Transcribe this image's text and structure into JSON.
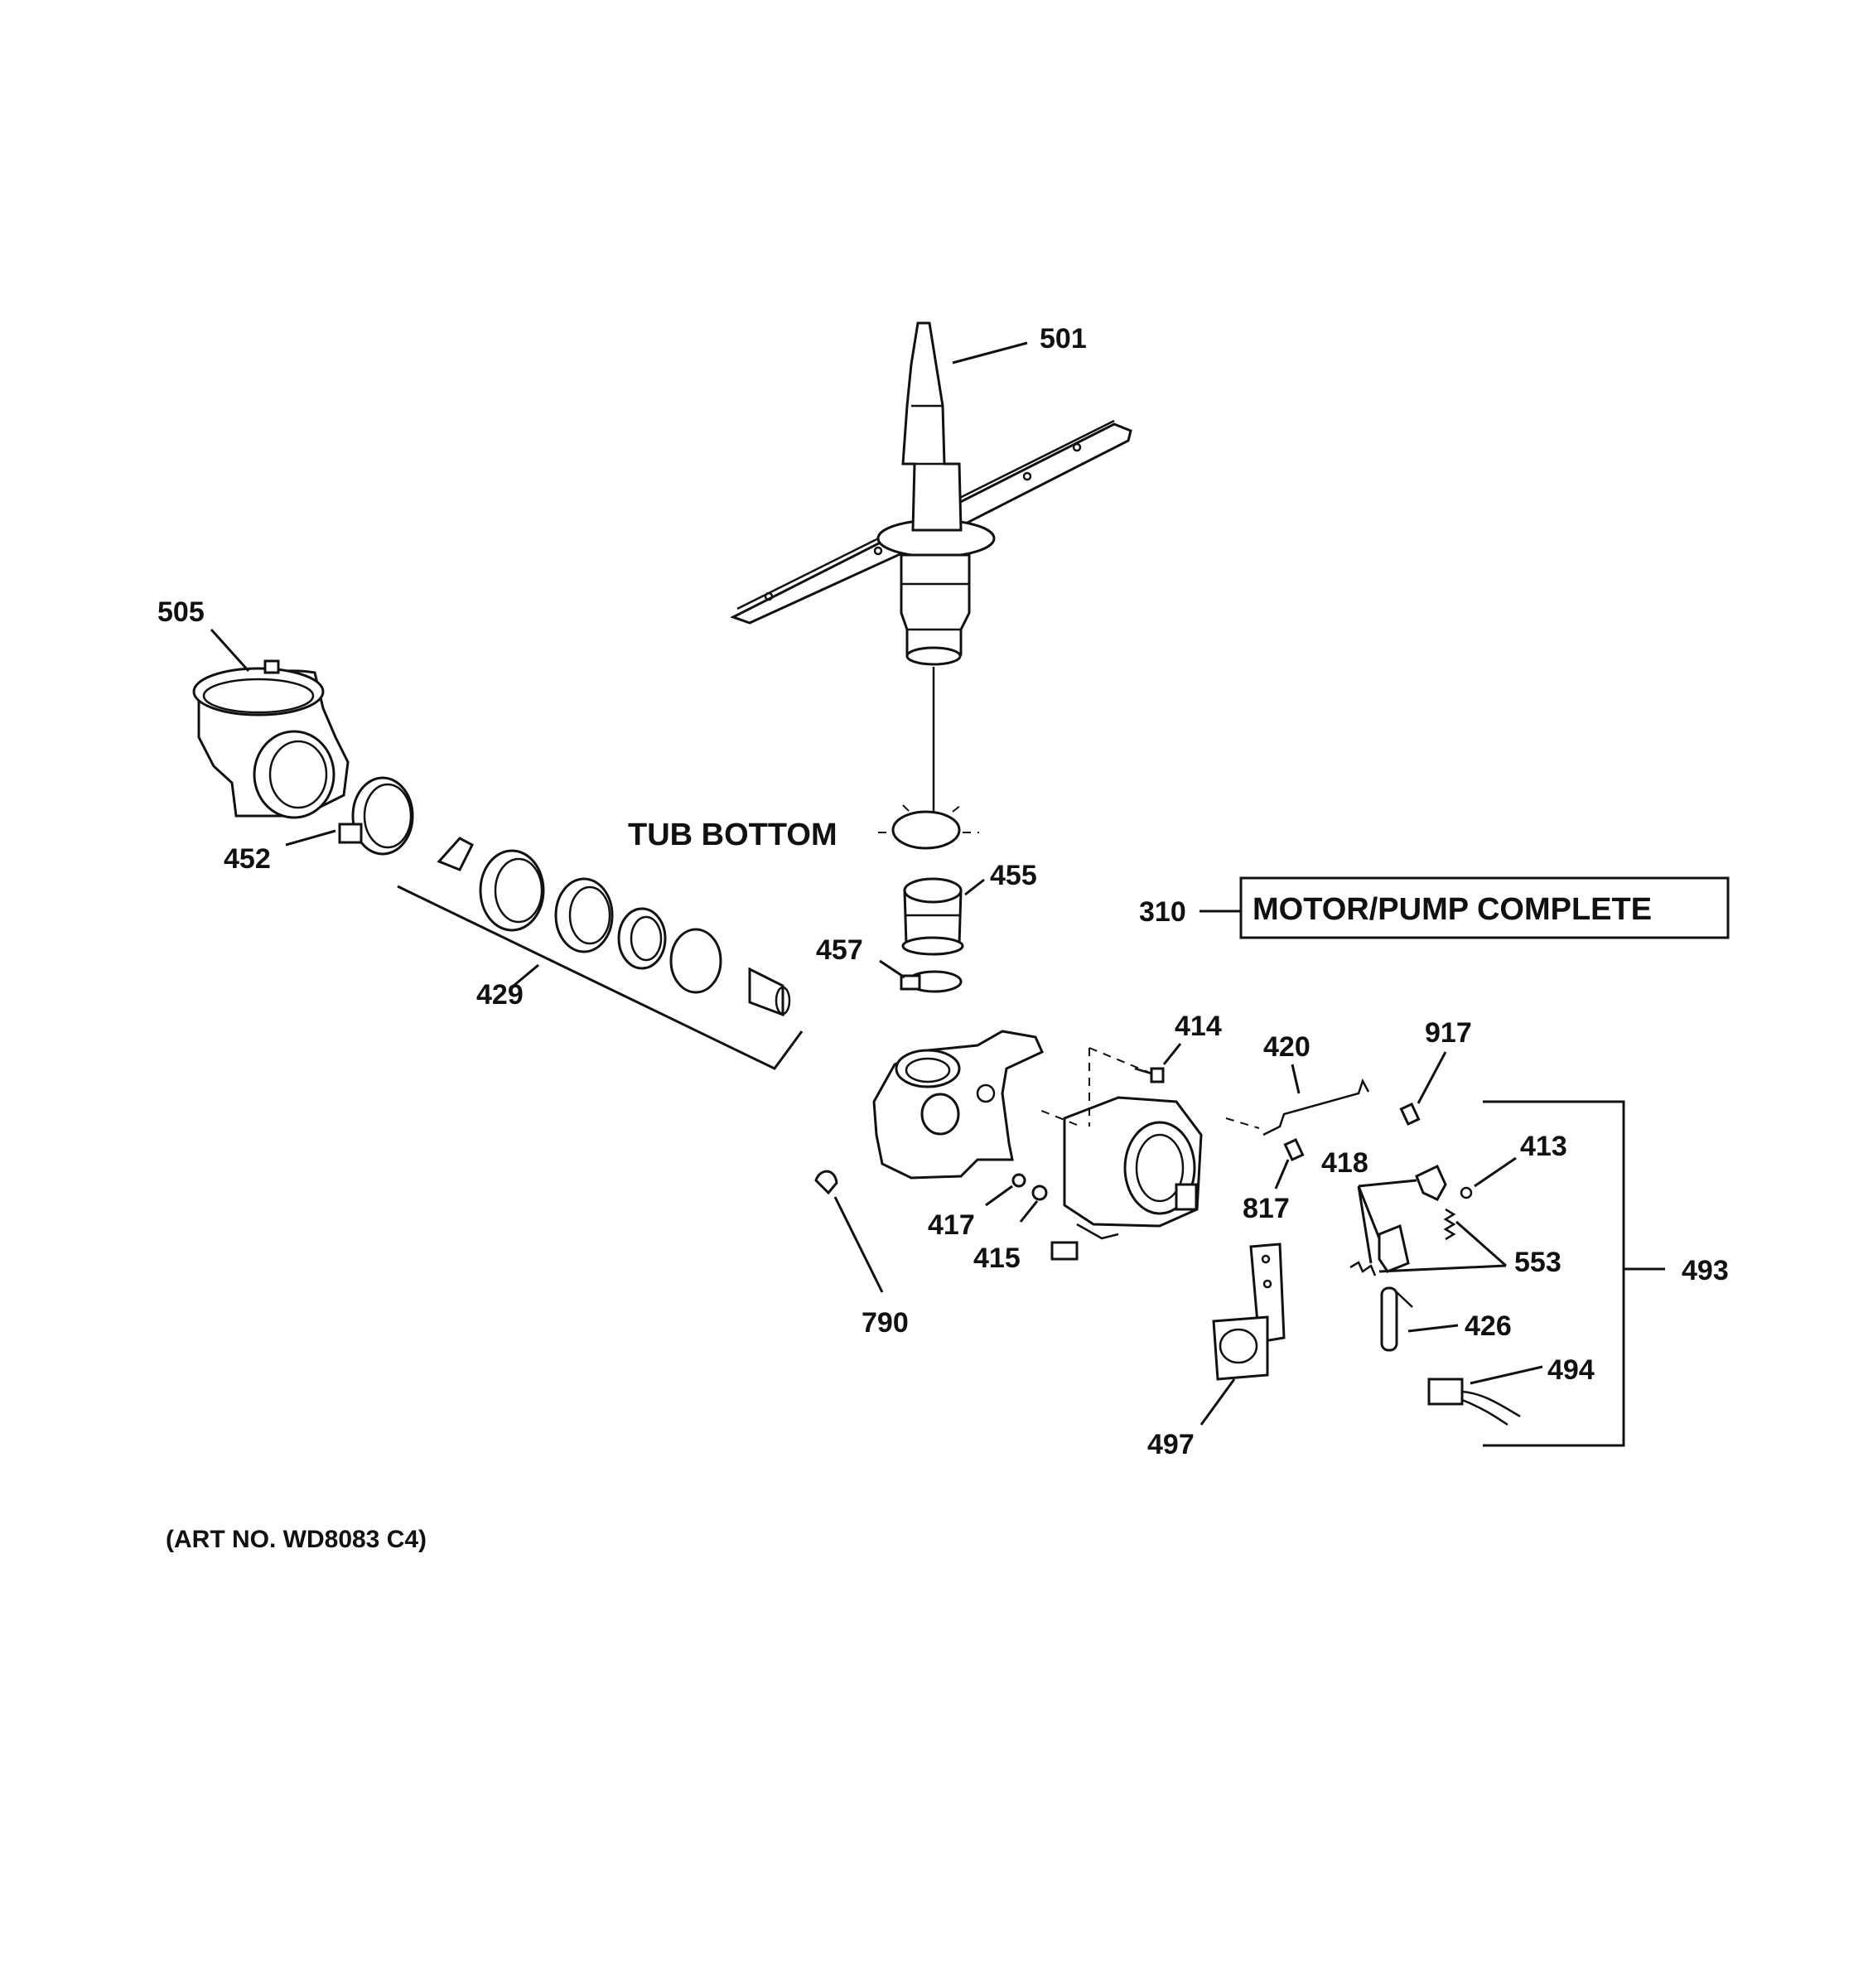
{
  "diagram": {
    "captions": {
      "tub_bottom": "TUB BOTTOM",
      "motor_pump_complete": "MOTOR/PUMP COMPLETE",
      "art_no": "(ART NO. WD8083 C4)"
    },
    "part_labels": {
      "p501": "501",
      "p505": "505",
      "p452": "452",
      "p429": "429",
      "p455": "455",
      "p457": "457",
      "p310": "310",
      "p414": "414",
      "p420": "420",
      "p917": "917",
      "p418": "418",
      "p413": "413",
      "p817": "817",
      "p417": "417",
      "p415": "415",
      "p553": "553",
      "p493": "493",
      "p790": "790",
      "p426": "426",
      "p494": "494",
      "p497": "497"
    }
  }
}
